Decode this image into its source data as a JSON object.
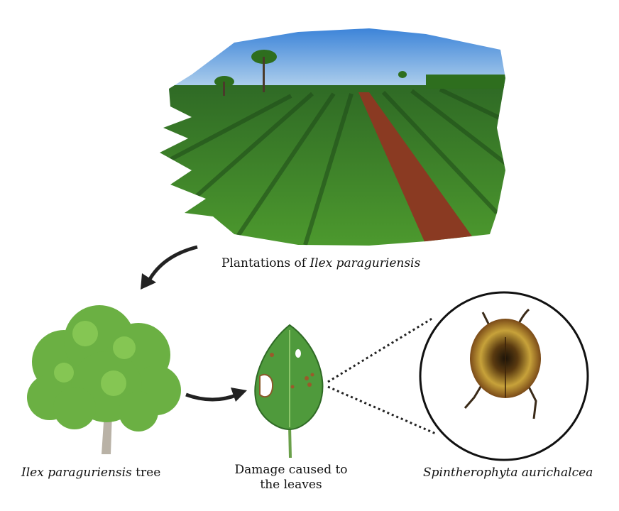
{
  "captions": {
    "plantation_prefix": "Plantations of ",
    "plantation_species": "Ilex paraguriensis",
    "tree_species": "Ilex paraguriensis",
    "tree_suffix": " tree",
    "damage_line1": "Damage caused to",
    "damage_line2": "the leaves",
    "beetle_species": "Spintherophyta aurichalcea"
  },
  "colors": {
    "sky": "#3f86d6",
    "foliage": "#3f8a2a",
    "soil": "#8a3a22",
    "leaf": "#4f9a3c",
    "tree": "#6bb043",
    "beetle": "#b08a2a"
  }
}
